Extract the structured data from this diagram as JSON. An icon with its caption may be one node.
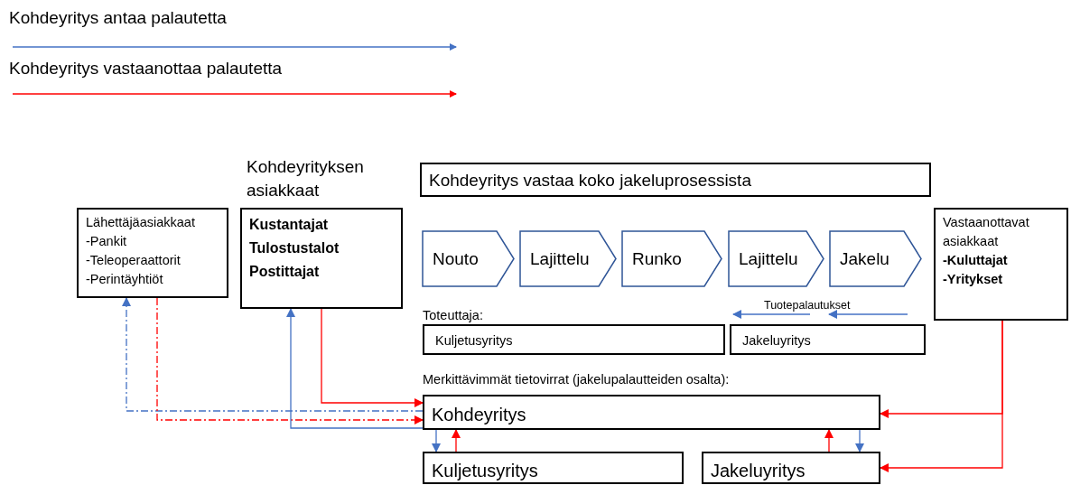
{
  "diagram": {
    "nodes": [
      {
        "text": [
          "Kohdeyritys vastaa koko jakeluprosessista"
        ]
      },
      {
        "text": [
          "Lähettäjäasiakkaat",
          "-Pankit",
          "-Teleoperaattorit",
          "-Perintäyhtiöt"
        ]
      },
      {
        "text": [
          "Kohdeyrityksen asiakkaat",
          "**Kustantajat**",
          "**Tulostustalot**",
          "**Postittajat**"
        ]
      },
      {
        "text": [
          "Nouto"
        ]
      },
      {
        "text": [
          "Lajittelu"
        ]
      },
      {
        "text": [
          "Runko"
        ]
      },
      {
        "text": [
          "Lajittelu"
        ]
      },
      {
        "text": [
          "Jakelu"
        ]
      },
      {
        "text": [
          "Vastaanottavat asiakkaat",
          "**-Kuluttajat**",
          "**-Yritykset**"
        ]
      },
      {
        "text": [
          "Kuljetusyritys"
        ]
      },
      {
        "text": [
          "Jakeluyritys"
        ]
      },
      {
        "text": [
          "Kohdeyritys"
        ]
      },
      {
        "text": [
          "Kuljetusyritys"
        ]
      },
      {
        "text": [
          "Jakeluyritys"
        ]
      }
    ],
    "edges": [
      {
        "from": 11,
        "to": 1,
        "arrow": "to",
        "style": "dashed",
        "color": "#4472c4"
      },
      {
        "from": 1,
        "to": 11,
        "arrow": "to",
        "style": "dashed"
      },
      {
        "from": 2,
        "to": 11,
        "arrow": "to"
      },
      {
        "from": 11,
        "to": 2,
        "arrow": "to",
        "color": "#4472c4"
      },
      {
        "from": 11,
        "to": 12,
        "arrow": "to",
        "color": "#4472c4"
      },
      {
        "from": 12,
        "to": 11,
        "arrow": "to"
      },
      {
        "from": 13,
        "to": 11,
        "arrow": "to"
      },
      {
        "from": 11,
        "to": 13,
        "arrow": "to",
        "color": "#4472c4"
      },
      {
        "from": 8,
        "to": 11,
        "arrow": "to"
      },
      {
        "from": 8,
        "to": 13,
        "arrow": "to"
      }
    ],
    "labels": [
      "Toteuttaja:",
      "Tuotepalautukset",
      "Merkittävimmät tietovirrat (jakelupalautteiden osalta):"
    ],
    "legend": [
      {
        "text": "Kohdeyritys antaa palautetta"
      },
      {
        "text": "Kohdeyritys vastaanottaa palautetta"
      }
    ]
  }
}
